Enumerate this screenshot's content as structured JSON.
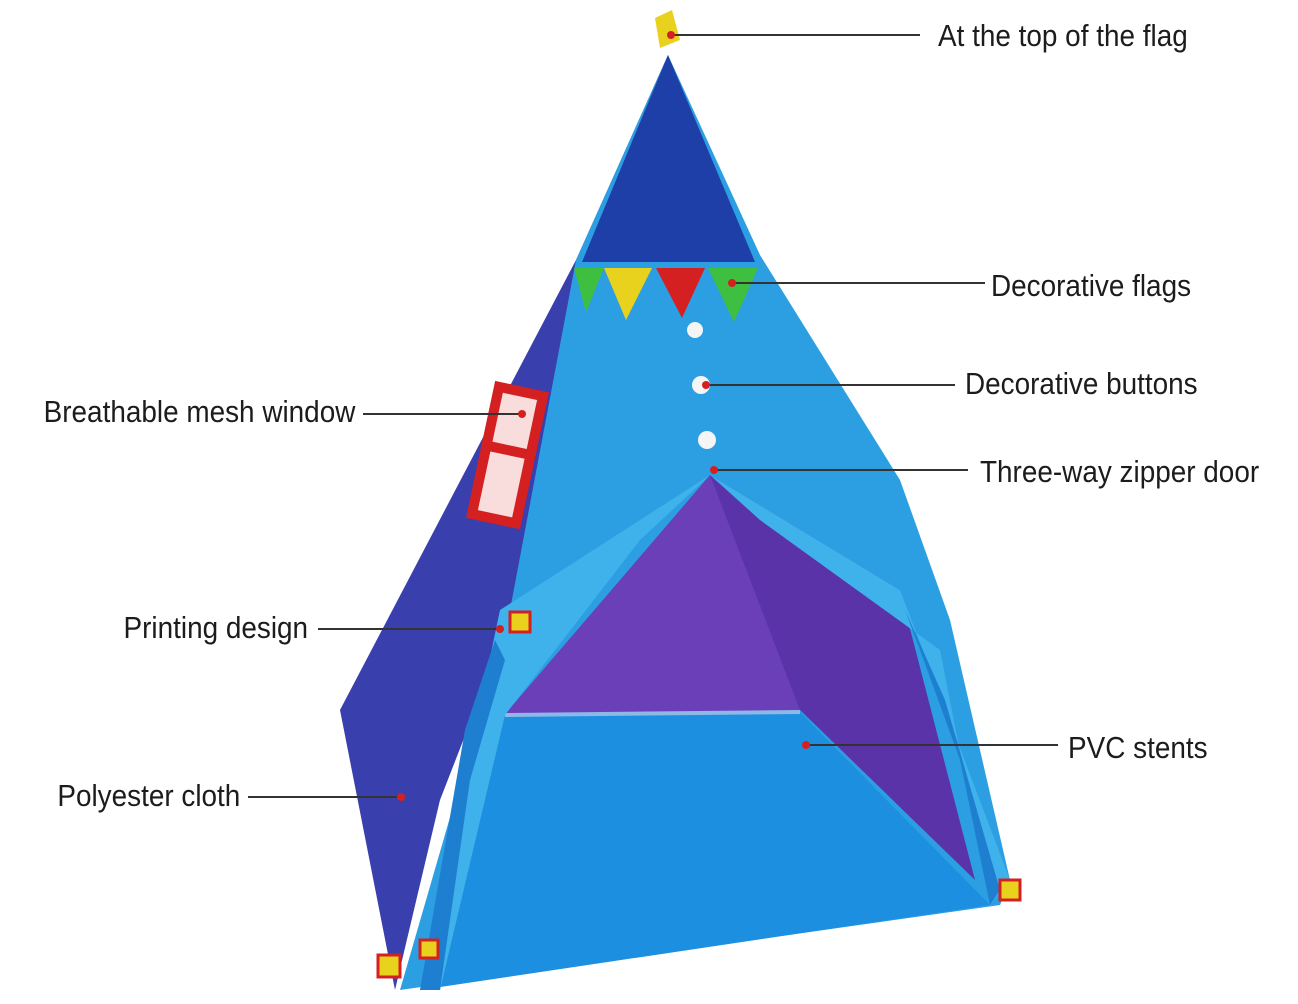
{
  "colors": {
    "roof": "#1f3fa8",
    "panel_light": "#2a9fe3",
    "panel_side": "#3b3fae",
    "interior": "#6a3fb8",
    "floor": "#1d8fe0",
    "marker": "#d42020",
    "leader": "#333333",
    "text": "#1c1c1c"
  },
  "labels": {
    "flag_top": "At the top of the flag",
    "decorative_flags": "Decorative flags",
    "decorative_buttons": "Decorative buttons",
    "zipper_door": "Three-way zipper door",
    "mesh_window": "Breathable mesh window",
    "printing_design": "Printing design",
    "pvc_stents": "PVC stents",
    "polyester_cloth": "Polyester cloth"
  },
  "pennant_colors": [
    "#3fbf3f",
    "#e8d21e",
    "#d42020",
    "#3fbf3f"
  ]
}
